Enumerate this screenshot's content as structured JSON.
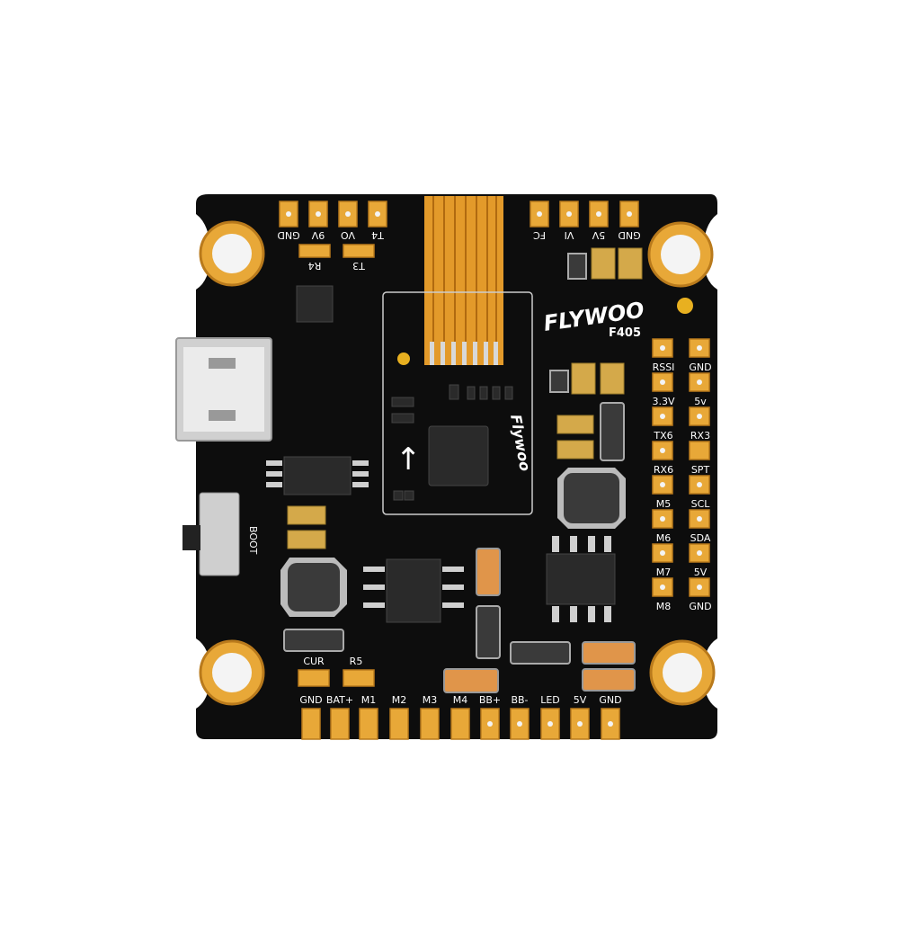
{
  "brand": {
    "logo_text": "FLYWOO",
    "model": "F405"
  },
  "top_left_pads": [
    "GND",
    "9V",
    "VO",
    "T4"
  ],
  "top_right_pads": [
    "FC",
    "VI",
    "5V",
    "GND"
  ],
  "top_jumpers": [
    "R4",
    "T3"
  ],
  "right_pads_left_column": [
    "RSSI",
    "3.3V",
    "TX6",
    "RX6",
    "M5",
    "M6",
    "M7",
    "M8"
  ],
  "right_pads_right_column": [
    "GND",
    "5v",
    "RX3",
    "SPT",
    "SCL",
    "SDA",
    "5V",
    "GND"
  ],
  "bottom_pads": [
    "GND",
    "BAT+",
    "M1",
    "M2",
    "M3",
    "M4",
    "BB+",
    "BB-",
    "LED",
    "5V",
    "GND"
  ],
  "bottom_jumpers": [
    "CUR",
    "R5"
  ],
  "boot_label": "BOOT",
  "colors": {
    "board": "#0d0d0d",
    "pad": "#e8a838",
    "flex_cable": "#e39a2a",
    "silkscreen": "#ffffff"
  }
}
